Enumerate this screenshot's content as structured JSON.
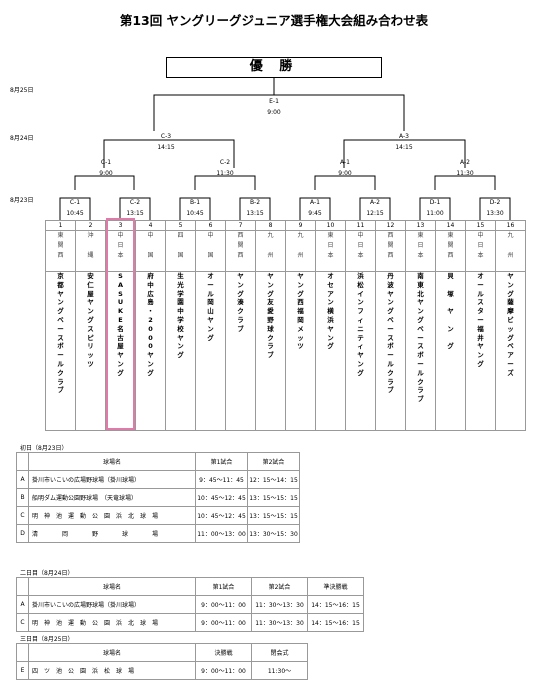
{
  "title": "第13回 ヤングリーグジュニア選手権大会組み合わせ表",
  "champion_label": "優 勝",
  "dates": {
    "d25": "8月25日",
    "d24": "8月24日",
    "d23": "8月23日"
  },
  "matches": {
    "E1": {
      "code": "E-1",
      "time": "9:00"
    },
    "C3": {
      "code": "C-3",
      "time": "14:15"
    },
    "A3": {
      "code": "A-3",
      "time": "14:15"
    },
    "C1": {
      "code": "C-1",
      "time": "9:00"
    },
    "C2": {
      "code": "C-2",
      "time": "11:30"
    },
    "A1": {
      "code": "A-1",
      "time": "9:00"
    },
    "A2": {
      "code": "A-2",
      "time": "11:30"
    },
    "r1": [
      {
        "code": "C-1",
        "time": "10:45"
      },
      {
        "code": "C-2",
        "time": "13:15"
      },
      {
        "code": "B-1",
        "time": "10:45"
      },
      {
        "code": "B-2",
        "time": "13:15"
      },
      {
        "code": "A-1",
        "time": "9:45"
      },
      {
        "code": "A-2",
        "time": "12:15"
      },
      {
        "code": "D-1",
        "time": "11:00"
      },
      {
        "code": "D-2",
        "time": "13:30"
      }
    ]
  },
  "teams": [
    {
      "num": "1",
      "region": [
        "東",
        "関",
        "西"
      ],
      "name": [
        "京",
        "都",
        "ヤ",
        "ン",
        "グ",
        "ベ",
        "ー",
        "ス",
        "ボ",
        "ー",
        "ル",
        "ク",
        "ラ",
        "ブ"
      ]
    },
    {
      "num": "2",
      "region": [
        "沖",
        "",
        "縄"
      ],
      "name": [
        "安",
        "仁",
        "屋",
        "ヤ",
        "ン",
        "グ",
        "ス",
        "ピ",
        "リ",
        "ッ",
        "ツ"
      ]
    },
    {
      "num": "3",
      "region": [
        "中",
        "日",
        "本"
      ],
      "name": [
        "S",
        "A",
        "S",
        "U",
        "K",
        "E",
        "名",
        "古",
        "屋",
        "ヤ",
        "ン",
        "グ"
      ]
    },
    {
      "num": "4",
      "region": [
        "中",
        "",
        "国"
      ],
      "name": [
        "府",
        "中",
        "広",
        "島",
        "・",
        "2",
        "0",
        "0",
        "0",
        "ヤ",
        "ン",
        "グ"
      ]
    },
    {
      "num": "5",
      "region": [
        "四",
        "",
        "国"
      ],
      "name": [
        "生",
        "光",
        "学",
        "園",
        "中",
        "学",
        "校",
        "ヤ",
        "ン",
        "グ"
      ]
    },
    {
      "num": "6",
      "region": [
        "中",
        "",
        "国"
      ],
      "name": [
        "オ",
        "ー",
        "ル",
        "岡",
        "山",
        "ヤ",
        "ン",
        "グ"
      ]
    },
    {
      "num": "7",
      "region": [
        "西",
        "関",
        "西"
      ],
      "name": [
        "ヤ",
        "ン",
        "グ",
        "湊",
        "ク",
        "ラ",
        "ブ"
      ]
    },
    {
      "num": "8",
      "region": [
        "九",
        "",
        "州"
      ],
      "name": [
        "ヤ",
        "ン",
        "グ",
        "友",
        "愛",
        "野",
        "球",
        "ク",
        "ラ",
        "ブ"
      ]
    },
    {
      "num": "9",
      "region": [
        "九",
        "",
        "州"
      ],
      "name": [
        "ヤ",
        "ン",
        "グ",
        "西",
        "福",
        "岡",
        "メ",
        "ッ",
        "ツ"
      ]
    },
    {
      "num": "10",
      "region": [
        "東",
        "日",
        "本"
      ],
      "name": [
        "オ",
        "セ",
        "ア",
        "ン",
        "横",
        "浜",
        "ヤ",
        "ン",
        "グ"
      ]
    },
    {
      "num": "11",
      "region": [
        "中",
        "日",
        "本"
      ],
      "name": [
        "浜",
        "松",
        "イ",
        "ン",
        "フ",
        "ィ",
        "ニ",
        "テ",
        "ィ",
        "ヤ",
        "ン",
        "グ"
      ]
    },
    {
      "num": "12",
      "region": [
        "西",
        "関",
        "西"
      ],
      "name": [
        "丹",
        "波",
        "ヤ",
        "ン",
        "グ",
        "ベ",
        "ー",
        "ス",
        "ボ",
        "ー",
        "ル",
        "ク",
        "ラ",
        "ブ"
      ]
    },
    {
      "num": "13",
      "region": [
        "東",
        "日",
        "本"
      ],
      "name": [
        "南",
        "東",
        "北",
        "ヤ",
        "ン",
        "グ",
        "ベ",
        "ー",
        "ス",
        "ボ",
        "ー",
        "ル",
        "ク",
        "ラ",
        "ブ"
      ]
    },
    {
      "num": "14",
      "region": [
        "東",
        "関",
        "西"
      ],
      "name": [
        "貝",
        "",
        "塚",
        "",
        "ヤ",
        "",
        "ン",
        "",
        "グ"
      ]
    },
    {
      "num": "15",
      "region": [
        "中",
        "日",
        "本"
      ],
      "name": [
        "オ",
        "ー",
        "ル",
        "ス",
        "タ",
        "ー",
        "福",
        "井",
        "ヤ",
        "ン",
        "グ"
      ]
    },
    {
      "num": "16",
      "region": [
        "九",
        "",
        "州"
      ],
      "name": [
        "ヤ",
        "ン",
        "グ",
        "薩",
        "摩",
        "ビ",
        "ッ",
        "グ",
        "ベ",
        "ア",
        "ー",
        "ズ"
      ]
    }
  ],
  "day1": {
    "label": "初日（8月23日）",
    "headers": [
      "球場名",
      "第1試合",
      "第2試合"
    ],
    "rows": [
      [
        "A",
        "掛川市いこいの広場野球場（掛川球場）",
        "9：45～11：45",
        "12：15～14：15"
      ],
      [
        "B",
        "船明ダム運動公園野球場　（天竜球場）",
        "10：45～12：45",
        "13：15～15：15"
      ],
      [
        "C",
        "明　神　池　運　動　公　園　浜　北　球　場",
        "10：45～12：45",
        "13：15～15：15"
      ],
      [
        "D",
        "清　　　　岡　　　　野　　　　球　　　　場",
        "11：00～13：00",
        "13：30～15：30"
      ]
    ]
  },
  "day2": {
    "label": "二日目（8月24日）",
    "headers": [
      "球場名",
      "第1試合",
      "第2試合",
      "準決勝戦"
    ],
    "rows": [
      [
        "A",
        "掛川市いこいの広場野球場（掛川球場）",
        "9：00～11：00",
        "11：30～13：30",
        "14：15～16：15"
      ],
      [
        "C",
        "明　神　池　運　動　公　園　浜　北　球　場",
        "9：00～11：00",
        "11：30～13：30",
        "14：15～16：15"
      ]
    ]
  },
  "day3": {
    "label": "三日目（8月25日）",
    "headers": [
      "球場名",
      "決勝戦",
      "閉会式"
    ],
    "rows": [
      [
        "E",
        "四　ツ　池　公　園　浜　松　球　場",
        "9：00～11：00",
        "11:30～"
      ]
    ]
  }
}
